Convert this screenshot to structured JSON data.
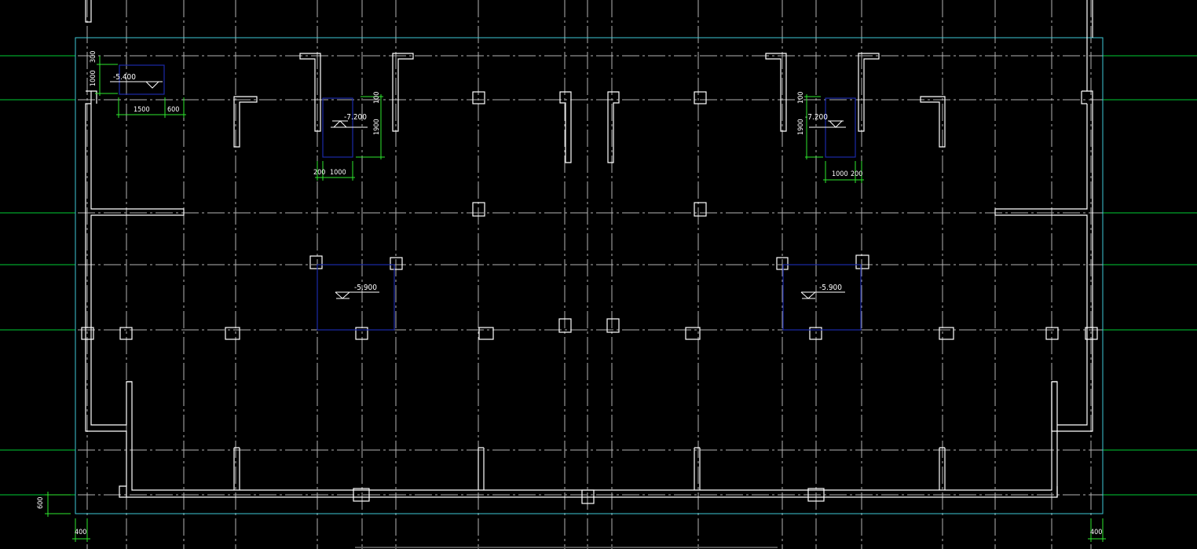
{
  "colors": {
    "background": "#000000",
    "grid_horizontal_green": "#00cc33",
    "grid_dashdot": "#b4b4b4",
    "outline_cyan": "#3ec9d6",
    "structure_white": "#ffffff",
    "pit_blue": "#1c2aa8",
    "dimension_green": "#2ee82e"
  },
  "pit_elevations": {
    "top_left": "-5.400",
    "upper_left": "-7.200",
    "upper_right": "-7.200",
    "lower_left": "-5.900",
    "lower_right": "-5.900"
  },
  "dimensions": {
    "top_left_vertical_top": "300",
    "top_left_vertical": "1000",
    "top_left_horizontal_a": "1500",
    "top_left_horizontal_b": "600",
    "upper_left_vertical_top": "100",
    "upper_left_vertical": "1900",
    "upper_left_horizontal_a": "200",
    "upper_left_horizontal_b": "1000",
    "upper_right_vertical_top": "100",
    "upper_right_vertical": "1900",
    "upper_right_horizontal_a": "1000",
    "upper_right_horizontal_b": "200",
    "bottom_left_vertical": "600",
    "bottom_left_horizontal": "400",
    "bottom_right_horizontal": "400"
  }
}
